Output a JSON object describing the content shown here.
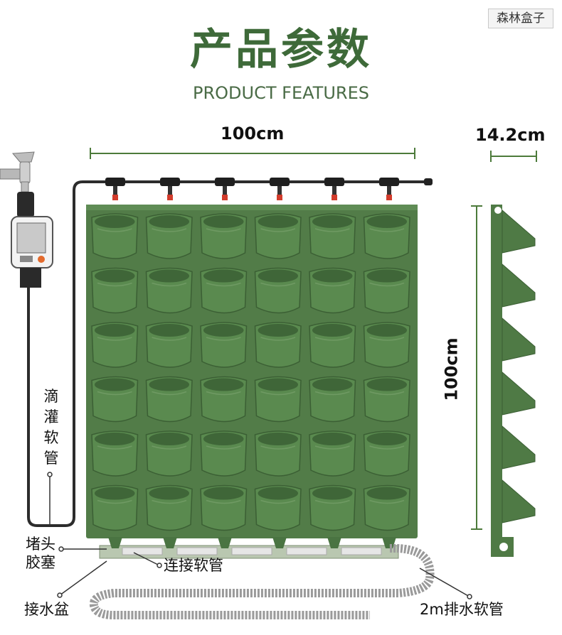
{
  "brand": "森林盒子",
  "title": {
    "cn": "产品参数",
    "en": "PRODUCT FEATURES"
  },
  "dimensions": {
    "width": "100cm",
    "depth": "14.2cm",
    "height": "100cm"
  },
  "labels": {
    "drip_hose": [
      "滴",
      "灌",
      "软",
      "管"
    ],
    "plug": "堵头\n胶塞",
    "plug_line1": "堵头",
    "plug_line2": "胶塞",
    "connector_hose": "连接软管",
    "water_tray": "接水盆",
    "drain_hose": "2m排水软管"
  },
  "colors": {
    "product_green": "#4f7a45",
    "dark_green": "#3b5f34",
    "title_green": "#3e6a39",
    "dimension_line": "#4c7a3a",
    "hose_gray": "#9a9a9a"
  },
  "grid": {
    "columns": 6,
    "rows": 6
  }
}
